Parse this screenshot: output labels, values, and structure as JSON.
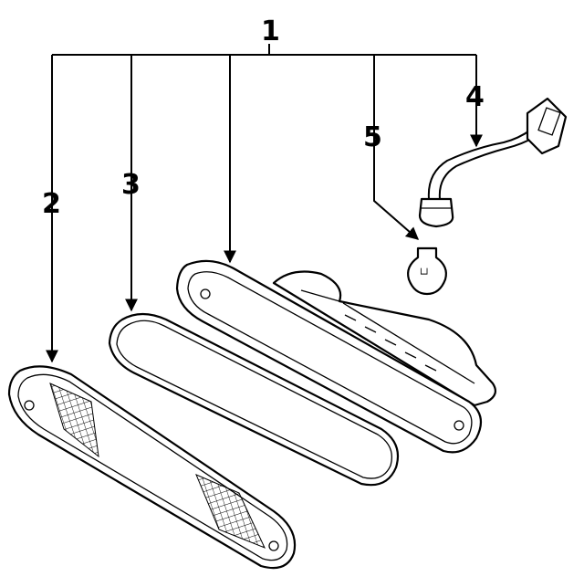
{
  "diagram": {
    "callouts": [
      {
        "id": "1",
        "label": "1"
      },
      {
        "id": "2",
        "label": "2"
      },
      {
        "id": "3",
        "label": "3"
      },
      {
        "id": "4",
        "label": "4"
      },
      {
        "id": "5",
        "label": "5"
      }
    ],
    "bulb_mark": "└┘"
  }
}
